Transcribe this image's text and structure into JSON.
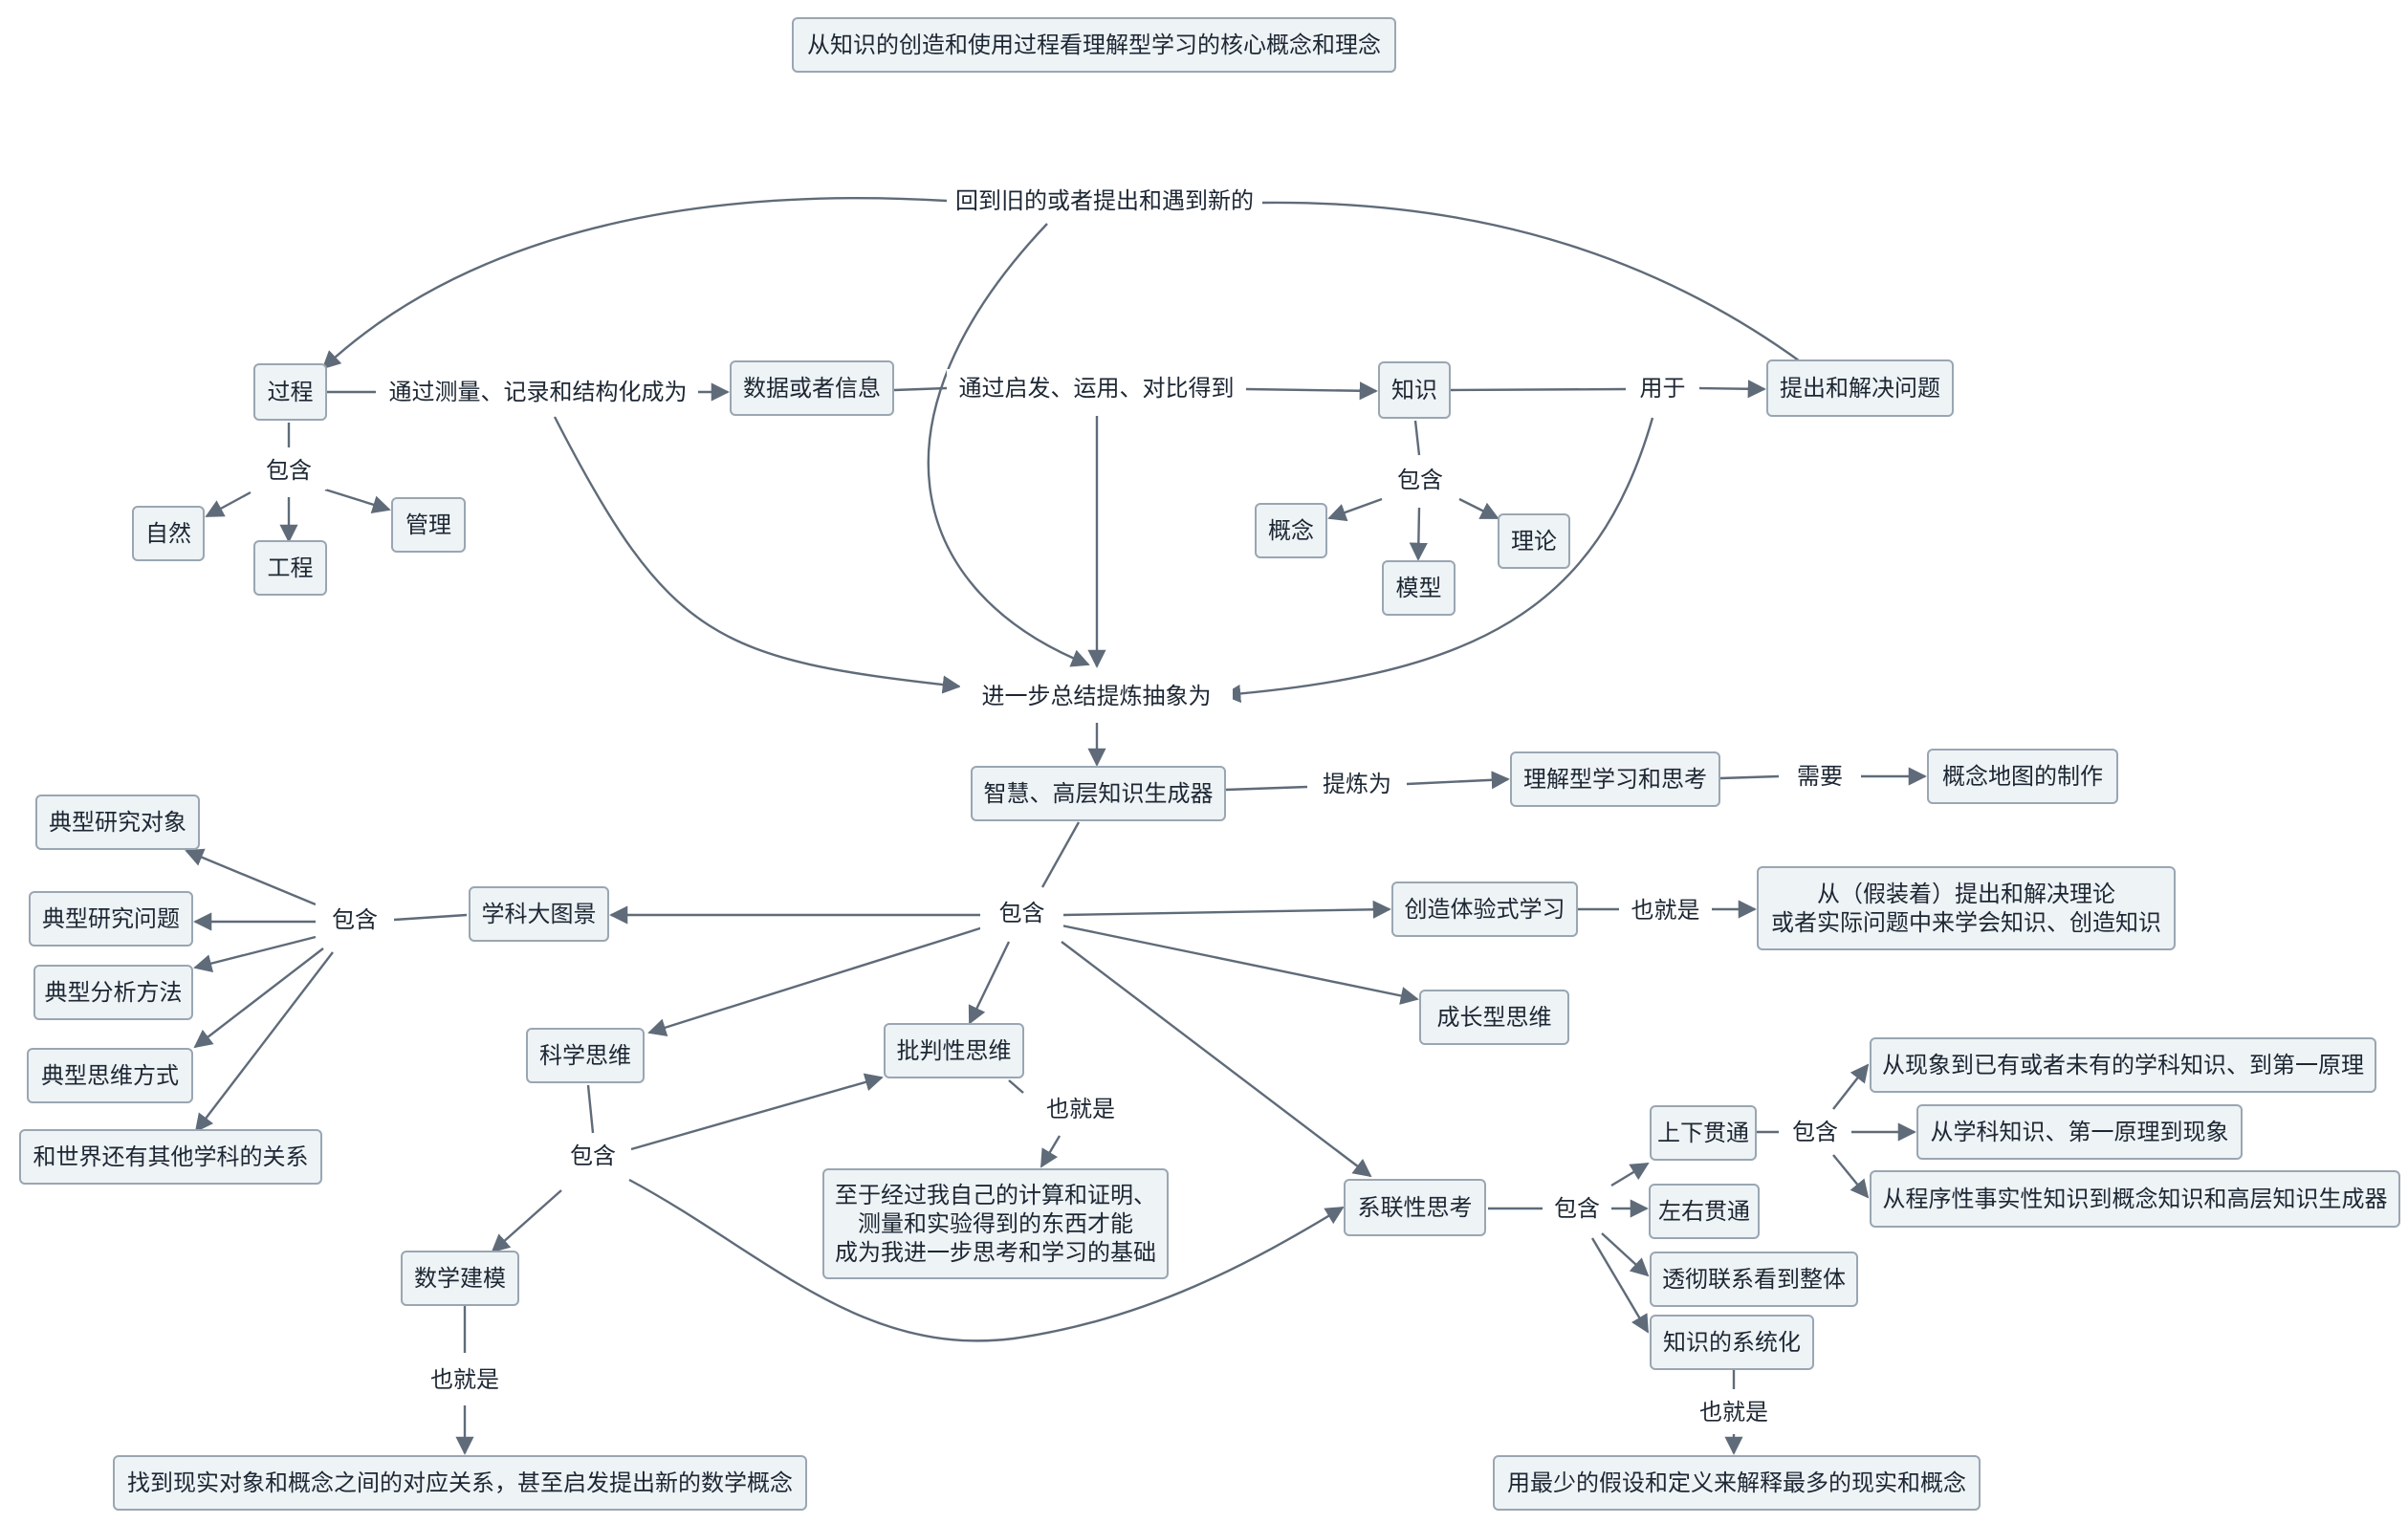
{
  "title": "从知识的创造和使用过程看理解型学习的核心概念和理念",
  "nodes": {
    "guocheng": "过程",
    "ziran": "自然",
    "gongcheng": "工程",
    "guanli": "管理",
    "shuju": "数据或者信息",
    "zhishi": "知识",
    "gainian": "概念",
    "moxing": "模型",
    "lilun": "理论",
    "tichu_jiejue": "提出和解决问题",
    "zhihui": "智慧、高层知识生成器",
    "lijie": "理解型学习和思考",
    "ditu": "概念地图的制作",
    "xueke": "学科大图景",
    "dianxing_duixiang": "典型研究对象",
    "dianxing_wenti": "典型研究问题",
    "dianxing_fangfa": "典型分析方法",
    "dianxing_siwei": "典型思维方式",
    "shijie_guanxi": "和世界还有其他学科的关系",
    "chuangzao": "创造体验式学习",
    "jiazhuang": "从（假装着）提出和解决理论\n或者实际问题中来学会知识、创造知识",
    "chengzhang": "成长型思维",
    "kexue": "科学思维",
    "pipan": "批判性思维",
    "zhiyu": "至于经过我自己的计算和证明、\n测量和实验得到的东西才能\n成为我进一步思考和学习的基础",
    "jianmo": "数学建模",
    "zhaodao": "找到现实对象和概念之间的对应关系，甚至启发提出新的数学概念",
    "xilian": "系联性思考",
    "shangxia": "上下贯通",
    "zuoyou": "左右贯通",
    "toushe": "透彻联系看到整体",
    "xitonghua": "知识的系统化",
    "zuishao": "用最少的假设和定义来解释最多的现实和概念",
    "xianxiang": "从现象到已有或者未有的学科知识、到第一原理",
    "xueke_zhishi": "从学科知识、第一原理到现象",
    "chengxuxing": "从程序性事实性知识到概念知识和高层知识生成器"
  },
  "labels": {
    "huidao": "回到旧的或者提出和遇到新的",
    "tongguo_celiang": "通过测量、记录和结构化成为",
    "tongguo_qifa": "通过启发、运用、对比得到",
    "yongyu": "用于",
    "baohan_guocheng": "包含",
    "baohan_zhishi": "包含",
    "jinyibu": "进一步总结提炼抽象为",
    "tilian": "提炼为",
    "xuyao": "需要",
    "baohan_center": "包含",
    "baohan_xueke": "包含",
    "yejiushi_chuangzao": "也就是",
    "baohan_kexue": "包含",
    "yejiushi_pipan": "也就是",
    "yejiushi_jianmo": "也就是",
    "baohan_xilian": "包含",
    "baohan_shangxia": "包含",
    "yejiushi_xitong": "也就是"
  }
}
